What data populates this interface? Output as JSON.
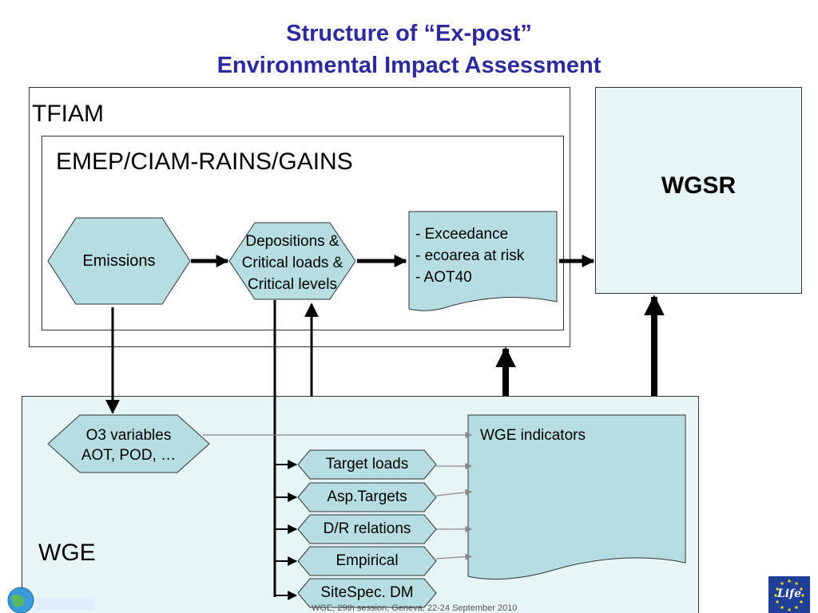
{
  "title": {
    "line1": "Structure of “Ex-post”",
    "line2": "Environmental Impact Assessment"
  },
  "tfiam": {
    "label": "TFIAM"
  },
  "emep": {
    "label": "EMEP/CIAM-RAINS/GAINS"
  },
  "wgsr": {
    "label": "WGSR"
  },
  "wge": {
    "label": "WGE"
  },
  "nodes": {
    "emissions": "Emissions",
    "depositions": [
      "Depositions &",
      "Critical loads &",
      "Critical levels"
    ],
    "outputs_doc": [
      "- Exceedance",
      "- ecoarea at risk",
      "- AOT40"
    ],
    "o3": [
      "O3 variables",
      "AOT, POD, …"
    ],
    "wge_indicators": "WGE indicators",
    "target_loads": "Target loads",
    "asp_targets": "Asp.Targets",
    "dr_relations": "D/R relations",
    "empirical": "Empirical",
    "sitespec": "SiteSpec. DM"
  },
  "footer": {
    "text": "WGE, 29th session, Geneva, 22-24 September 2010"
  },
  "logos": {
    "left": "globe-logo",
    "right": "life-eu-logo",
    "right_text": "Life"
  },
  "colors": {
    "title": "#2d2aa0",
    "node_fill": "#b6dde1",
    "wge_bg": "#e8f5f6",
    "wgsr_bg": "#e8f5f6",
    "eu_blue": "#1f3f99",
    "eu_star": "#ffdd00"
  }
}
